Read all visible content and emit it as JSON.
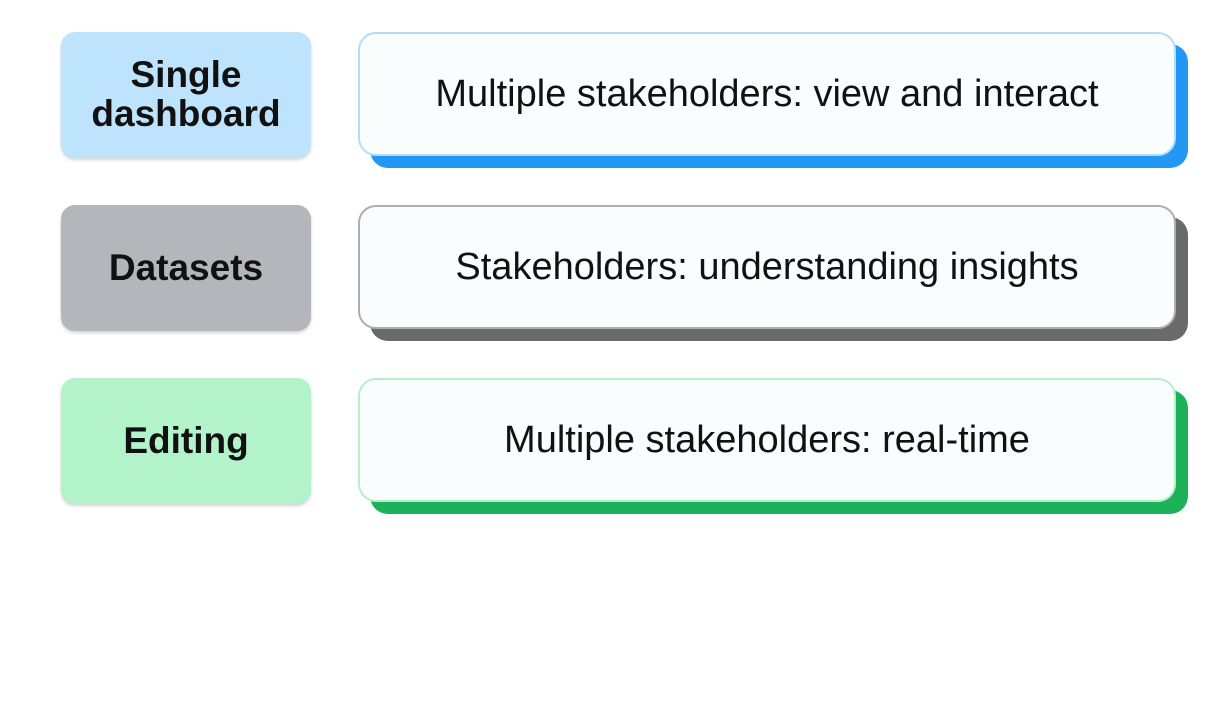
{
  "rows": [
    {
      "label": "Single dashboard",
      "description": "Multiple stakeholders: view and interact",
      "colors": {
        "tile": "#bee3fd",
        "border": "#b5dcf6",
        "shadow": "#2397f4"
      }
    },
    {
      "label": "Datasets",
      "description": "Stakeholders: understanding insights",
      "colors": {
        "tile": "#b5b6bb",
        "border": "#adadad",
        "shadow": "#6a6a6a"
      }
    },
    {
      "label": "Editing",
      "description": "Multiple stakeholders: real-time",
      "colors": {
        "tile": "#b2f3ca",
        "border": "#b4efc8",
        "shadow": "#1db15a"
      }
    }
  ]
}
